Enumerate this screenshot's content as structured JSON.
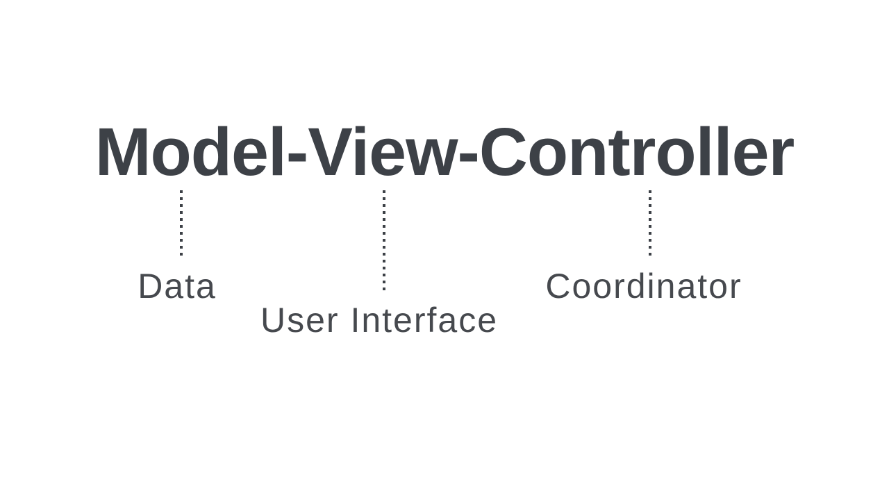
{
  "diagram": {
    "title": "Model-View-Controller",
    "annotations": [
      {
        "target": "Model",
        "label": "Data"
      },
      {
        "target": "View",
        "label": "User Interface"
      },
      {
        "target": "Controller",
        "label": "Coordinator"
      }
    ]
  },
  "colors": {
    "background": "#ffffff",
    "ink": "#3d4147",
    "label_ink": "#46494e"
  }
}
